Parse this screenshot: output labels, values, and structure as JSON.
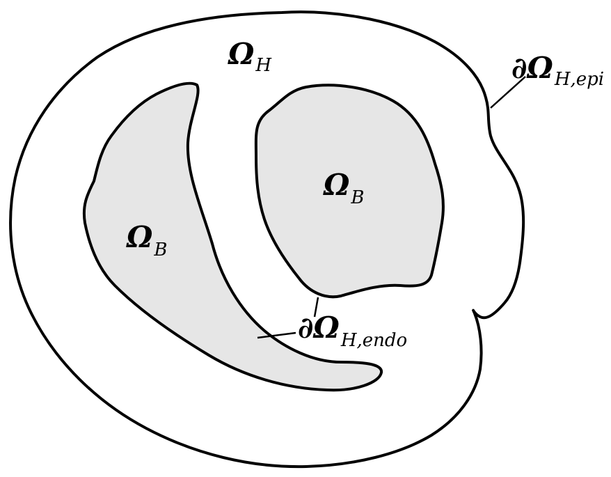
{
  "diagram": {
    "regions": {
      "heart_wall": {
        "symbol": "Ω",
        "subscript": "H",
        "fill": "#ffffff"
      },
      "blood_pool_left": {
        "symbol": "Ω",
        "subscript": "B",
        "fill": "#e6e6e6"
      },
      "blood_pool_right": {
        "symbol": "Ω",
        "subscript": "B",
        "fill": "#e6e6e6"
      }
    },
    "boundaries": {
      "epicardium": {
        "symbol": "∂Ω",
        "subscript": "H,epi"
      },
      "endocardium": {
        "symbol": "∂Ω",
        "subscript": "H,endo"
      }
    },
    "colors": {
      "stroke": "#000000",
      "background": "#ffffff",
      "blood_fill": "#e6e6e6"
    }
  }
}
